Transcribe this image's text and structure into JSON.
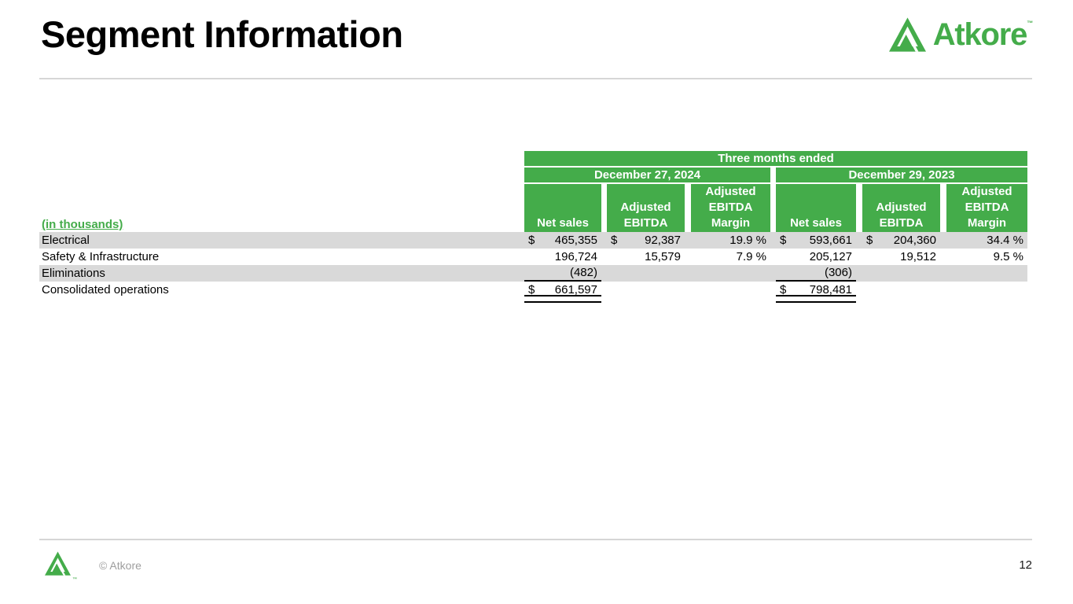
{
  "slide": {
    "title": "Segment Information",
    "page_number": "12",
    "footer": {
      "copyright": "© Atkore"
    },
    "brand": {
      "name": "Atkore",
      "trademark": "™"
    }
  },
  "colors": {
    "brand_green": "#44AC4A",
    "stripe_gray": "#D9D9D9"
  },
  "table": {
    "group_header": "Three months ended",
    "periods": [
      "December 27, 2024",
      "December 29, 2023"
    ],
    "column_headers": [
      "Net sales",
      "Adjusted EBITDA",
      "Adjusted EBITDA Margin"
    ],
    "units_label": "(in thousands)",
    "rows": [
      {
        "label": "Electrical",
        "striped": true,
        "cells": [
          {
            "d": "$",
            "v": "465,355"
          },
          {
            "d": "$",
            "v": "92,387"
          },
          {
            "v": "19.9 %"
          },
          {
            "d": "$",
            "v": "593,661"
          },
          {
            "d": "$",
            "v": "204,360"
          },
          {
            "v": "34.4 %"
          }
        ]
      },
      {
        "label": "Safety & Infrastructure",
        "striped": false,
        "cells": [
          {
            "v": "196,724"
          },
          {
            "v": "15,579"
          },
          {
            "v": "7.9 %"
          },
          {
            "v": "205,127"
          },
          {
            "v": "19,512"
          },
          {
            "v": "9.5 %"
          }
        ]
      },
      {
        "label": "Eliminations",
        "striped": true,
        "cells": [
          {
            "v": "(482)",
            "u": "single"
          },
          {},
          {},
          {
            "v": "(306)",
            "u": "single"
          },
          {},
          {}
        ]
      },
      {
        "label": "Consolidated operations",
        "striped": false,
        "cells": [
          {
            "d": "$",
            "v": "661,597",
            "u": "double"
          },
          {},
          {},
          {
            "d": "$",
            "v": "798,481",
            "u": "double"
          },
          {},
          {}
        ]
      }
    ]
  }
}
